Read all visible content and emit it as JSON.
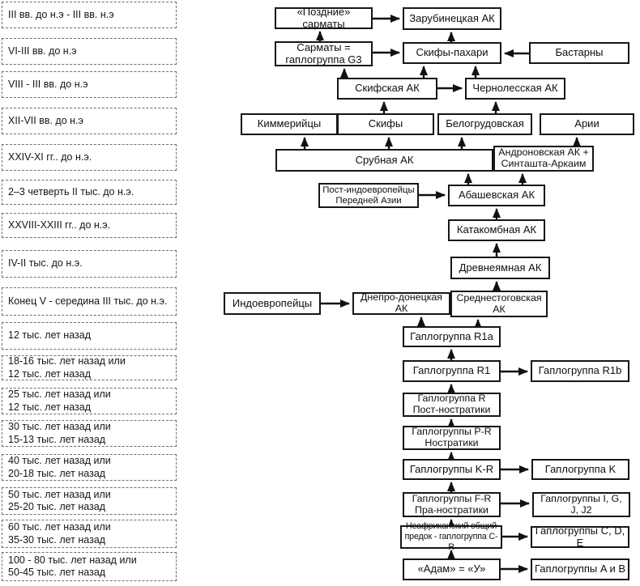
{
  "timeline": {
    "items": [
      {
        "label": "III вв. до н.э - III вв. н.э"
      },
      {
        "label": "VI-III вв. до н.э"
      },
      {
        "label": "VIII - III вв. до н.э"
      },
      {
        "label": "XII-VII вв. до н.э"
      },
      {
        "label": "XXIV-XI гг.. до н.э."
      },
      {
        "label": "2–3 четверть II тыс. до н.э."
      },
      {
        "label": "XXVIII-XXIII гг.. до н.э."
      },
      {
        "label": "IV-II тыс. до н.э."
      },
      {
        "label": "Конец V - середина III тыс. до н.э."
      },
      {
        "label": "12 тыс. лет назад"
      },
      {
        "label": "18-16 тыс. лет назад или\n12 тыс. лет назад"
      },
      {
        "label": "25 тыс. лет назад или\n12 тыс. лет назад"
      },
      {
        "label": "30 тыс. лет назад или\n15-13 тыс. лет назад"
      },
      {
        "label": "40 тыс. лет назад или\n20-18 тыс. лет назад"
      },
      {
        "label": "50 тыс. лет назад или\n25-20 тыс. лет назад"
      },
      {
        "label": "60 тыс. лет назад или\n35-30 тыс. лет назад"
      },
      {
        "label": "100 - 80 тыс. лет назад или\n50-45 тыс. лет назад"
      }
    ]
  },
  "diagram": {
    "type": "flowchart",
    "nodes": {
      "pozdnie_sarmaty": {
        "label": "«Поздние» сарматы"
      },
      "zarubinetskaya": {
        "label": "Зарубинецкая АК"
      },
      "sarmaty_g3": {
        "label": "Сарматы =\nгаплогруппа G3"
      },
      "skify_pahari": {
        "label": "Скифы-пахари"
      },
      "bastarny": {
        "label": "Бастарны"
      },
      "skifskaya_ak": {
        "label": "Скифская АК"
      },
      "chernolesskaya_ak": {
        "label": "Чернолесская АК"
      },
      "kimmeriytsy": {
        "label": "Киммерийцы"
      },
      "skify": {
        "label": "Скифы"
      },
      "belogrudovskaya": {
        "label": "Белогрудовская"
      },
      "arii": {
        "label": "Арии"
      },
      "srubnaya_ak": {
        "label": "Срубная АК"
      },
      "andronovskaya": {
        "label": "Андроновская АК +\nСинташта-Аркаим"
      },
      "post_indo": {
        "label": "Пост-индоевропейцы\nПередней Азии"
      },
      "abashevskaya": {
        "label": "Абашевская АК"
      },
      "katakombnaya": {
        "label": "Катакомбная АК"
      },
      "drevneyamnaya": {
        "label": "Древнеямная АК"
      },
      "indoevropeytsy": {
        "label": "Индоевропейцы"
      },
      "dnepro_donetskaya": {
        "label": "Днепро-донецкая АК"
      },
      "srednestogovskaya": {
        "label": "Среднестоговская\nАК"
      },
      "r1a": {
        "label": "Гаплогруппа R1a"
      },
      "r1": {
        "label": "Гаплогруппа R1"
      },
      "r1b": {
        "label": "Гаплогруппа R1b"
      },
      "r_post": {
        "label": "Гаплогруппа R\nПост-ностратики"
      },
      "pr_nostratiki": {
        "label": "Гаплогруппы P-R\nНостратики"
      },
      "kr": {
        "label": "Гаплогруппы K-R"
      },
      "k": {
        "label": "Гаплогруппа K"
      },
      "fr": {
        "label": "Гаплогруппы F-R\nПра-ностратики"
      },
      "igjj2": {
        "label": "Гаплогруппы I, G,\nJ, J2"
      },
      "neafrikanskiy": {
        "label": "Неафриканский общий\nпредок - гаплогруппа C-R"
      },
      "cde": {
        "label": "Гаплогруппы C, D, E"
      },
      "adam": {
        "label": "«Адам» = «У»"
      },
      "ab": {
        "label": "Гаплогруппы A и B"
      }
    },
    "edges": [
      {
        "from": "sarmaty_g3",
        "to": "pozdnie_sarmaty"
      },
      {
        "from": "pozdnie_sarmaty",
        "to": "zarubinetskaya"
      },
      {
        "from": "sarmaty_g3",
        "to": "skify_pahari"
      },
      {
        "from": "skifskaya_ak",
        "to": "sarmaty_g3"
      },
      {
        "from": "skifskaya_ak",
        "to": "skify_pahari"
      },
      {
        "from": "chernolesskaya_ak",
        "to": "skify_pahari"
      },
      {
        "from": "bastarny",
        "to": "skify_pahari"
      },
      {
        "from": "skify_pahari",
        "to": "zarubinetskaya"
      },
      {
        "from": "skifskaya_ak",
        "to": "chernolesskaya_ak"
      },
      {
        "from": "skify",
        "to": "skifskaya_ak"
      },
      {
        "from": "skify",
        "to": "kimmeriytsy"
      },
      {
        "from": "belogrudovskaya",
        "to": "chernolesskaya_ak"
      },
      {
        "from": "srubnaya_ak",
        "to": "kimmeriytsy"
      },
      {
        "from": "srubnaya_ak",
        "to": "skify"
      },
      {
        "from": "srubnaya_ak",
        "to": "belogrudovskaya"
      },
      {
        "from": "andronovskaya",
        "to": "arii"
      },
      {
        "from": "abashevskaya",
        "to": "srubnaya_ak"
      },
      {
        "from": "abashevskaya",
        "to": "andronovskaya"
      },
      {
        "from": "post_indo",
        "to": "abashevskaya"
      },
      {
        "from": "katakombnaya",
        "to": "abashevskaya"
      },
      {
        "from": "drevneyamnaya",
        "to": "katakombnaya"
      },
      {
        "from": "srednestogovskaya",
        "to": "drevneyamnaya"
      },
      {
        "from": "indoevropeytsy",
        "to": "dnepro_donetskaya"
      },
      {
        "from": "srednestogovskaya",
        "to": "dnepro_donetskaya"
      },
      {
        "from": "r1a",
        "to": "dnepro_donetskaya"
      },
      {
        "from": "r1a",
        "to": "srednestogovskaya"
      },
      {
        "from": "r1",
        "to": "r1a"
      },
      {
        "from": "r1",
        "to": "r1b"
      },
      {
        "from": "r_post",
        "to": "r1"
      },
      {
        "from": "pr_nostratiki",
        "to": "r_post"
      },
      {
        "from": "kr",
        "to": "pr_nostratiki"
      },
      {
        "from": "kr",
        "to": "k"
      },
      {
        "from": "fr",
        "to": "kr"
      },
      {
        "from": "fr",
        "to": "igjj2"
      },
      {
        "from": "neafrikanskiy",
        "to": "fr"
      },
      {
        "from": "neafrikanskiy",
        "to": "cde"
      },
      {
        "from": "adam",
        "to": "neafrikanskiy"
      },
      {
        "from": "adam",
        "to": "ab"
      }
    ],
    "colors": {
      "border": "#161616",
      "background": "#ffffff",
      "arrow": "#111111"
    }
  }
}
